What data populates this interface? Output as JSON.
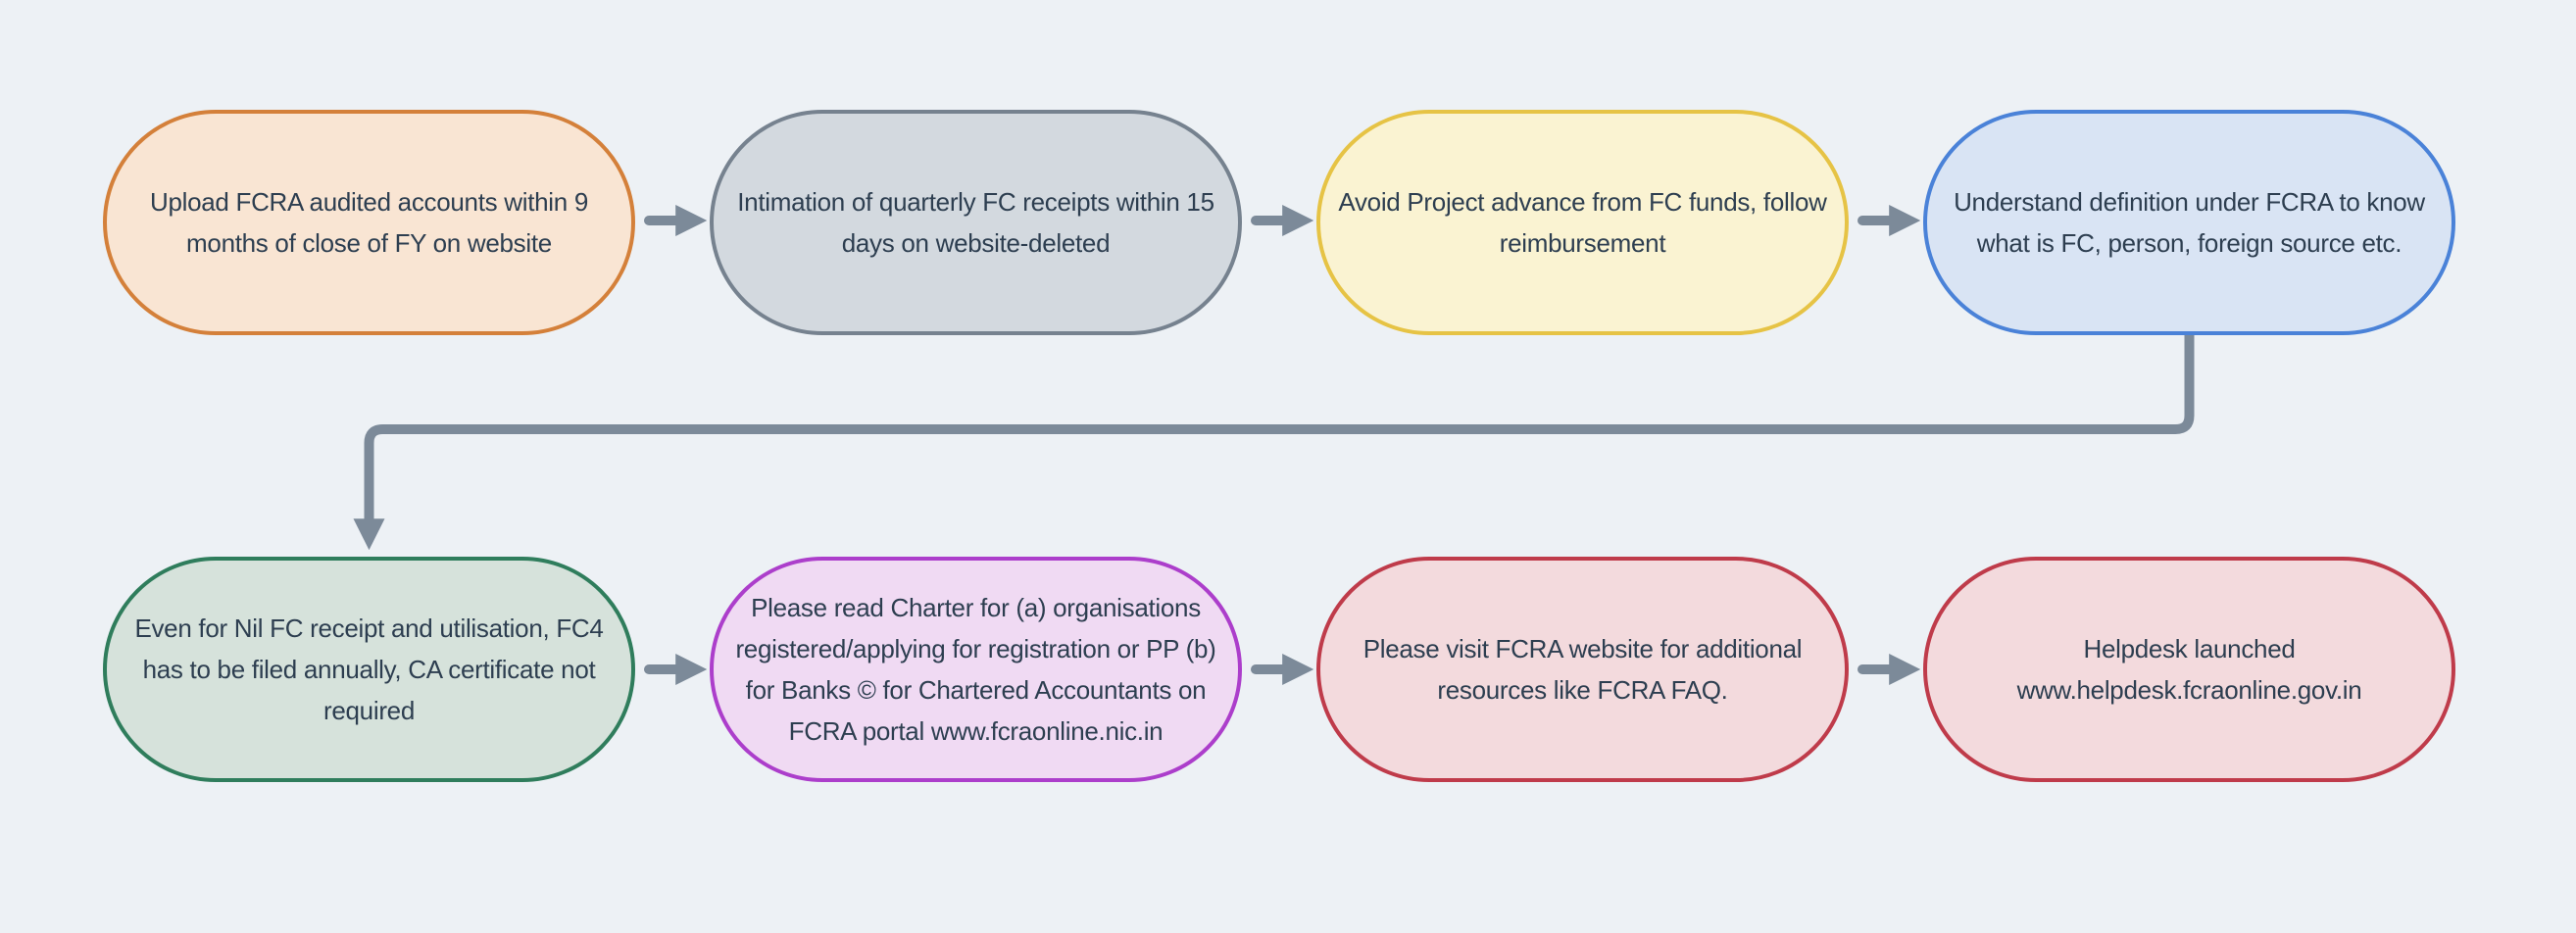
{
  "diagram": {
    "background_color": "#edf1f5",
    "text_color": "#2d3e50",
    "arrow_color": "#7c8a99",
    "nodes": [
      {
        "id": "upload-accounts",
        "row": 1,
        "col": 1,
        "fill": "#f9e5d3",
        "border": "#d4803a",
        "text": "Upload FCRA audited accounts within 9 months of close of FY on website"
      },
      {
        "id": "quarterly-intimation",
        "row": 1,
        "col": 2,
        "fill": "#d3d9df",
        "border": "#76828f",
        "text": "Intimation of quarterly FC receipts within 15 days on website-deleted"
      },
      {
        "id": "avoid-advance",
        "row": 1,
        "col": 3,
        "fill": "#faf3d2",
        "border": "#e6c345",
        "text": "Avoid Project advance from FC funds, follow reimbursement"
      },
      {
        "id": "fcra-definition",
        "row": 1,
        "col": 4,
        "fill": "#d9e4f4",
        "border": "#4a82d8",
        "text": "Understand definition under FCRA to know what is FC, person, foreign source etc."
      },
      {
        "id": "nil-fc4-filing",
        "row": 2,
        "col": 1,
        "fill": "#d6e2db",
        "border": "#2f7d5c",
        "text": "Even for Nil FC receipt and utilisation, FC4 has to be filed annually, CA certificate not required"
      },
      {
        "id": "read-charter",
        "row": 2,
        "col": 2,
        "fill": "#f0daf3",
        "border": "#ac3ecb",
        "text": "Please read Charter for (a) organisations registered/applying for registration or PP (b) for Banks © for Chartered Accountants on FCRA portal www.fcraonline.nic.in"
      },
      {
        "id": "fcra-website-resources",
        "row": 2,
        "col": 3,
        "fill": "#f3dadd",
        "border": "#bf3b4a",
        "text": "Please visit FCRA website for additional resources like FCRA FAQ."
      },
      {
        "id": "helpdesk",
        "row": 2,
        "col": 4,
        "fill": "#f3dadd",
        "border": "#bf3b4a",
        "text": "Helpdesk launched www.helpdesk.fcraonline.gov.in"
      }
    ],
    "connections": [
      {
        "from": "upload-accounts",
        "to": "quarterly-intimation",
        "shape": "straight-right"
      },
      {
        "from": "quarterly-intimation",
        "to": "avoid-advance",
        "shape": "straight-right"
      },
      {
        "from": "avoid-advance",
        "to": "fcra-definition",
        "shape": "straight-right"
      },
      {
        "from": "fcra-definition",
        "to": "nil-fc4-filing",
        "shape": "elbow-down-left-down"
      },
      {
        "from": "nil-fc4-filing",
        "to": "read-charter",
        "shape": "straight-right"
      },
      {
        "from": "read-charter",
        "to": "fcra-website-resources",
        "shape": "straight-right"
      },
      {
        "from": "fcra-website-resources",
        "to": "helpdesk",
        "shape": "straight-right"
      }
    ]
  }
}
